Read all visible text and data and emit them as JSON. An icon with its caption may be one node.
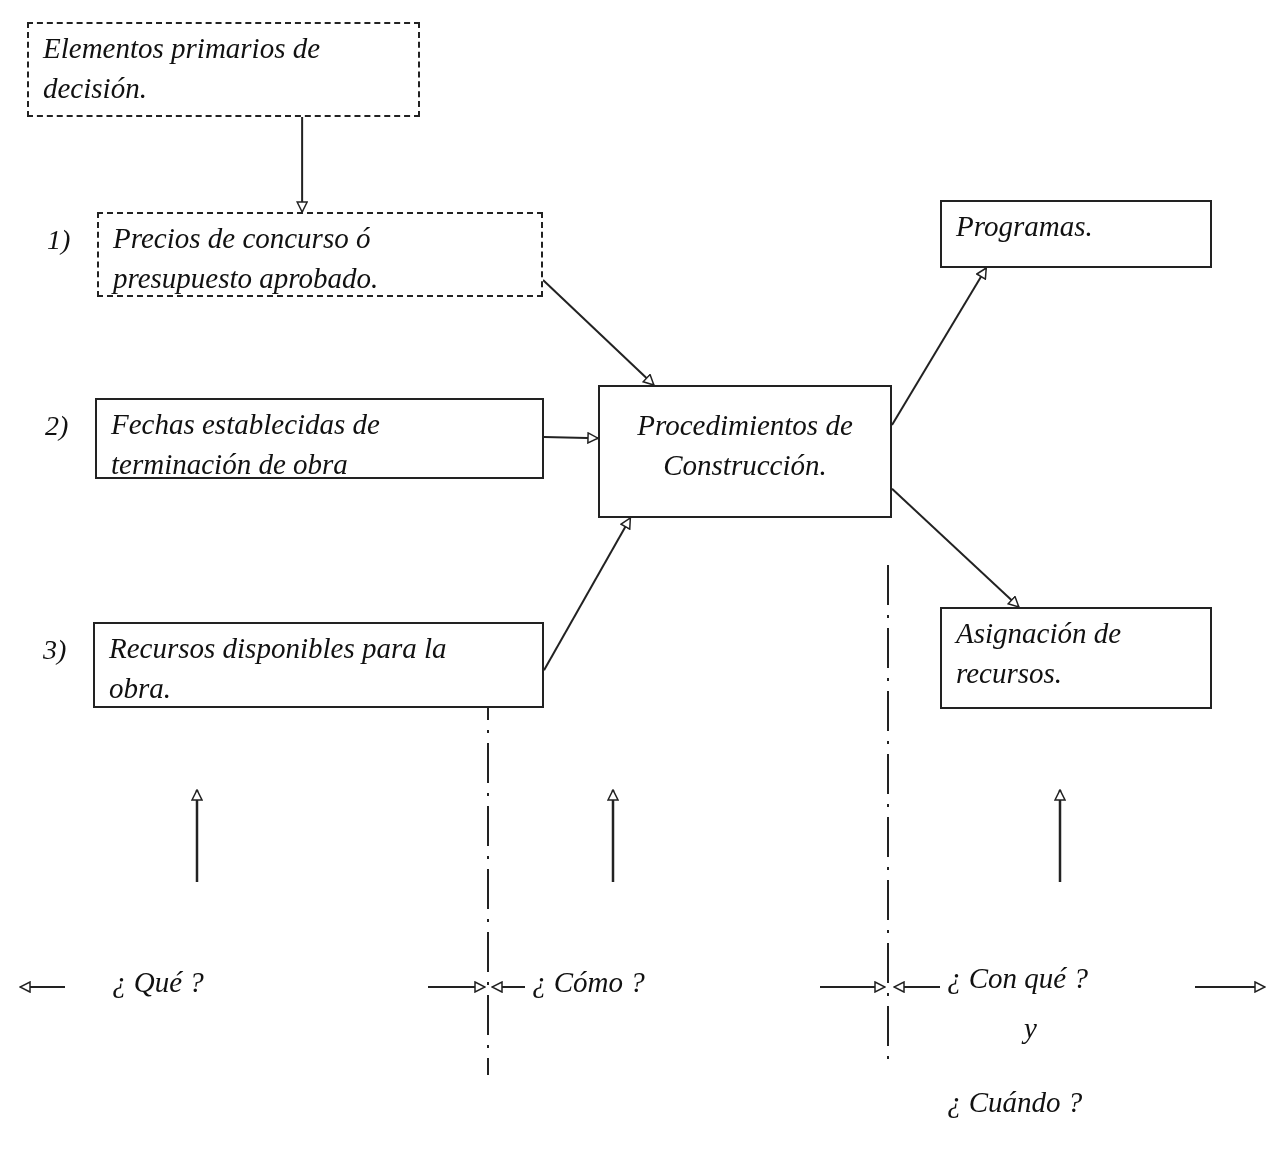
{
  "diagram": {
    "nodes": [
      {
        "text": [
          "Elementos primarios de decisión."
        ]
      },
      {
        "text": [
          "Precios de concurso ó presupuesto aprobado."
        ],
        "beside": [
          "1)"
        ]
      },
      {
        "text": [
          "Fechas establecidas de terminación de obra"
        ],
        "beside": [
          "2)"
        ]
      },
      {
        "text": [
          "Recursos disponibles para la obra."
        ],
        "beside": [
          "3)"
        ]
      },
      {
        "text": [
          "Procedimientos de Construcción."
        ]
      },
      {
        "text": [
          "Programas."
        ]
      },
      {
        "text": [
          "Asignación de recursos."
        ]
      }
    ],
    "edges": [
      {
        "from": 0,
        "to": 1,
        "arrow": "to"
      },
      {
        "from": 1,
        "to": 4,
        "arrow": "to"
      },
      {
        "from": 2,
        "to": 4,
        "arrow": "to"
      },
      {
        "from": 3,
        "to": 4,
        "arrow": "to"
      },
      {
        "from": 4,
        "to": 5,
        "arrow": "to"
      },
      {
        "from": 4,
        "to": 6,
        "arrow": "to"
      }
    ],
    "labels": [
      "¿ Qué ?",
      "¿ Cómo ?",
      "¿ Con qué ?",
      "y",
      "¿ Cuándo ?"
    ]
  }
}
